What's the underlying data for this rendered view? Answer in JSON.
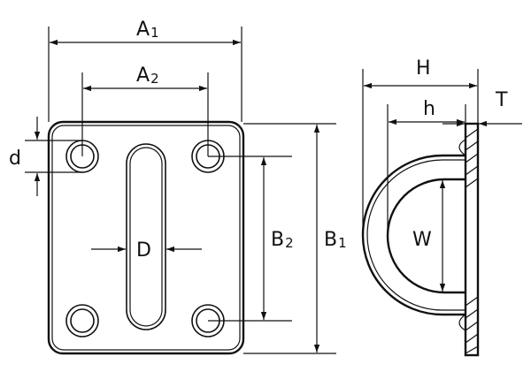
{
  "labels": {
    "a1": {
      "main": "A",
      "sub": "1"
    },
    "a2": {
      "main": "A",
      "sub": "2"
    },
    "b1": {
      "main": "B",
      "sub": "1"
    },
    "b2": {
      "main": "B",
      "sub": "2"
    },
    "d_small": "d",
    "d_big": "D",
    "h_big": "H",
    "h_small": "h",
    "t": "T",
    "w": "W"
  }
}
